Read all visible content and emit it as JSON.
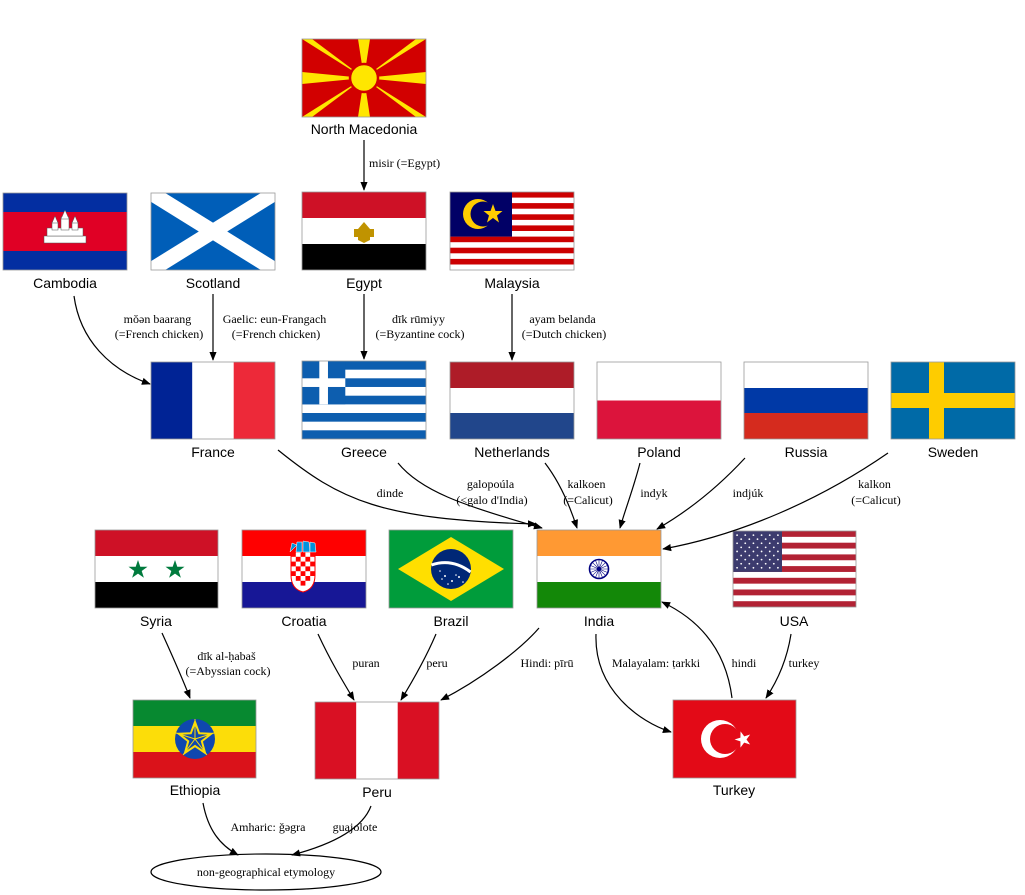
{
  "nodes": {
    "north_macedonia": "North Macedonia",
    "cambodia": "Cambodia",
    "scotland": "Scotland",
    "egypt": "Egypt",
    "malaysia": "Malaysia",
    "france": "France",
    "greece": "Greece",
    "netherlands": "Netherlands",
    "poland": "Poland",
    "russia": "Russia",
    "sweden": "Sweden",
    "syria": "Syria",
    "croatia": "Croatia",
    "brazil": "Brazil",
    "india": "India",
    "usa": "USA",
    "ethiopia": "Ethiopia",
    "peru": "Peru",
    "turkey": "Turkey",
    "root": "non-geographical etymology"
  },
  "edge_labels": {
    "macedonia_egypt": "misir (=Egypt)",
    "cambodia_france": [
      "mŏən baarang",
      "(=French chicken)"
    ],
    "scotland_france": [
      "Gaelic: eun-Frangach",
      "(=French chicken)"
    ],
    "egypt_greece": [
      "dīk rūmiyy",
      "(=Byzantine cock)"
    ],
    "malaysia_netherlands": [
      "ayam belanda",
      "(=Dutch chicken)"
    ],
    "france_india": "dinde",
    "greece_india": [
      "galopoúla",
      "(<galo d'India)"
    ],
    "netherlands_india": [
      "kalkoen",
      "(=Calicut)"
    ],
    "poland_india": "indyk",
    "russia_india": "indjúk",
    "sweden_india": [
      "kalkon",
      "(=Calicut)"
    ],
    "syria_ethiopia": [
      "dīk al-ḥabaš",
      "(=Abyssian cock)"
    ],
    "croatia_peru": "puran",
    "brazil_peru": "peru",
    "india_peru": "Hindi: pīrū",
    "india_turkey": "Malayalam: ṭarkki",
    "turkey_india": "hindi",
    "usa_turkey": "turkey",
    "ethiopia_root": "Amharic: ǧəgra",
    "peru_root": "guajolote"
  },
  "colors": {
    "red": "#d21034",
    "blue": "#002395",
    "white": "#ffffff",
    "black": "#000000",
    "green": "#078930",
    "yellow": "#fcdd09",
    "saffron": "#ff9933",
    "india_green": "#138808",
    "navy": "#000080"
  }
}
